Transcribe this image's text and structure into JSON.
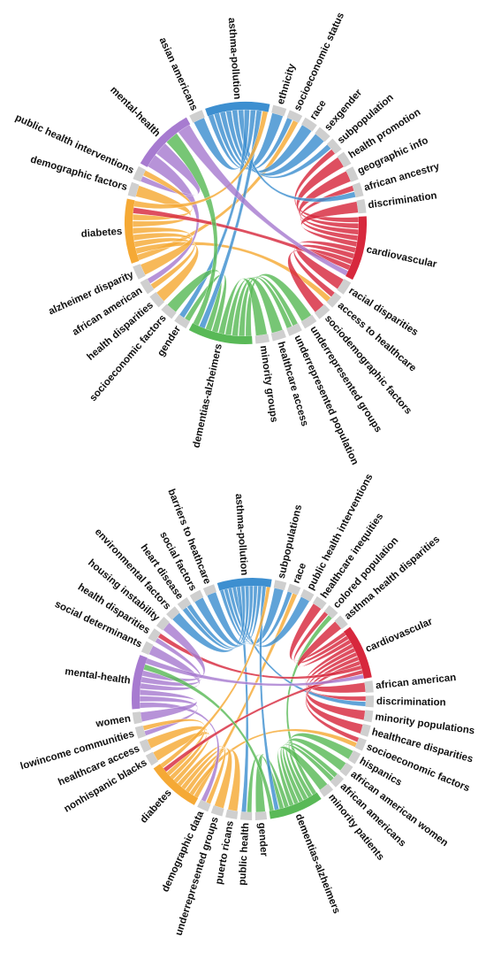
{
  "colors": {
    "blue": "#3d8fd0",
    "purple": "#a77bd0",
    "orange": "#f5a935",
    "green": "#59b957",
    "red": "#d7283d",
    "gray": "#cfcfcf"
  },
  "diagrams": [
    {
      "id": "top",
      "groups": [
        {
          "label": "asthma-pollution",
          "color": "blue",
          "major": true
        },
        {
          "label": "ethnicity",
          "color": "gray"
        },
        {
          "label": "socioeconomic status",
          "color": "gray"
        },
        {
          "label": "race",
          "color": "gray"
        },
        {
          "label": "sexgender",
          "color": "gray"
        },
        {
          "label": "subpopulation",
          "color": "gray"
        },
        {
          "label": "health promotion",
          "color": "gray"
        },
        {
          "label": "geographic info",
          "color": "gray"
        },
        {
          "label": "african ancestry",
          "color": "gray"
        },
        {
          "label": "discrimination",
          "color": "gray"
        },
        {
          "label": "cardiovascular",
          "color": "red",
          "major": true
        },
        {
          "label": "racial disparities",
          "color": "gray"
        },
        {
          "label": "access to healthcare",
          "color": "gray"
        },
        {
          "label": "sociodemographic factors",
          "color": "gray"
        },
        {
          "label": "underrepresented groups",
          "color": "gray"
        },
        {
          "label": "underrepresented population",
          "color": "gray"
        },
        {
          "label": "healthcare access",
          "color": "gray"
        },
        {
          "label": "minority groups",
          "color": "gray"
        },
        {
          "label": "dementias-alzheimers",
          "color": "green",
          "major": true
        },
        {
          "label": "gender",
          "color": "gray"
        },
        {
          "label": "socioeconomic factors",
          "color": "gray"
        },
        {
          "label": "health disparities",
          "color": "gray"
        },
        {
          "label": "african american",
          "color": "gray"
        },
        {
          "label": "alzheimer disparity",
          "color": "gray"
        },
        {
          "label": "diabetes",
          "color": "orange",
          "major": true
        },
        {
          "label": "demographic factors",
          "color": "gray"
        },
        {
          "label": "public health interventions",
          "color": "gray"
        },
        {
          "label": "mental-health",
          "color": "purple",
          "major": true
        },
        {
          "label": "asian americans",
          "color": "gray"
        }
      ]
    },
    {
      "id": "bottom",
      "groups": [
        {
          "label": "asthma-pollution",
          "color": "blue",
          "major": true
        },
        {
          "label": "subpopulations",
          "color": "gray"
        },
        {
          "label": "race",
          "color": "gray"
        },
        {
          "label": "public health interventions",
          "color": "gray"
        },
        {
          "label": "healthcare inequities",
          "color": "gray"
        },
        {
          "label": "colored population",
          "color": "gray"
        },
        {
          "label": "asthma health disparities",
          "color": "gray"
        },
        {
          "label": "cardiovascular",
          "color": "red",
          "major": true
        },
        {
          "label": "african american",
          "color": "gray"
        },
        {
          "label": "discrimination",
          "color": "gray"
        },
        {
          "label": "minority populations",
          "color": "gray"
        },
        {
          "label": "healthcare disparities",
          "color": "gray"
        },
        {
          "label": "socioeconomic factors",
          "color": "gray"
        },
        {
          "label": "hispanics",
          "color": "gray"
        },
        {
          "label": "african american women",
          "color": "gray"
        },
        {
          "label": "african americans",
          "color": "gray"
        },
        {
          "label": "minority patients",
          "color": "gray"
        },
        {
          "label": "dementias-alzheimers",
          "color": "green",
          "major": true
        },
        {
          "label": "gender",
          "color": "gray"
        },
        {
          "label": "public health",
          "color": "gray"
        },
        {
          "label": "puerto ricans",
          "color": "gray"
        },
        {
          "label": "underrepresented groups",
          "color": "gray"
        },
        {
          "label": "demographic data",
          "color": "gray"
        },
        {
          "label": "diabetes",
          "color": "orange",
          "major": true
        },
        {
          "label": "nonhispanic blacks",
          "color": "gray"
        },
        {
          "label": "healthcare access",
          "color": "gray"
        },
        {
          "label": "lowincome communities",
          "color": "gray"
        },
        {
          "label": "women",
          "color": "gray"
        },
        {
          "label": "mental-health",
          "color": "purple",
          "major": true
        },
        {
          "label": "social determinants",
          "color": "gray"
        },
        {
          "label": "health disparities",
          "color": "gray"
        },
        {
          "label": "housing instability",
          "color": "gray"
        },
        {
          "label": "environmental factors",
          "color": "gray"
        },
        {
          "label": "heart disease",
          "color": "gray"
        },
        {
          "label": "social factors",
          "color": "gray"
        },
        {
          "label": "barriers to heathcare",
          "color": "gray"
        }
      ]
    }
  ]
}
